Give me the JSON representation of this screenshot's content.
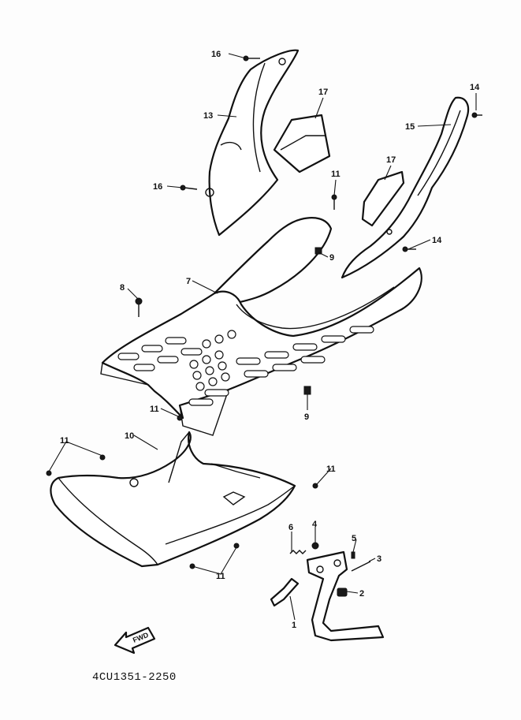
{
  "drawing_code": "4CU1351-2250",
  "fwd_label": "FWD",
  "callouts": [
    {
      "key": "c16a",
      "label": "16"
    },
    {
      "key": "c13",
      "label": "13"
    },
    {
      "key": "c17a",
      "label": "17"
    },
    {
      "key": "c16b",
      "label": "16"
    },
    {
      "key": "c14a",
      "label": "14"
    },
    {
      "key": "c15",
      "label": "15"
    },
    {
      "key": "c11a",
      "label": "11"
    },
    {
      "key": "c17b",
      "label": "17"
    },
    {
      "key": "c9a",
      "label": "9"
    },
    {
      "key": "c14b",
      "label": "14"
    },
    {
      "key": "c8",
      "label": "8"
    },
    {
      "key": "c7",
      "label": "7"
    },
    {
      "key": "c9b",
      "label": "9"
    },
    {
      "key": "c11b",
      "label": "11"
    },
    {
      "key": "c10",
      "label": "10"
    },
    {
      "key": "c11c",
      "label": "11"
    },
    {
      "key": "c11d",
      "label": "11"
    },
    {
      "key": "c6",
      "label": "6"
    },
    {
      "key": "c4",
      "label": "4"
    },
    {
      "key": "c5",
      "label": "5"
    },
    {
      "key": "c3",
      "label": "3"
    },
    {
      "key": "c2",
      "label": "2"
    },
    {
      "key": "c1",
      "label": "1"
    },
    {
      "key": "c11e",
      "label": "11"
    }
  ]
}
